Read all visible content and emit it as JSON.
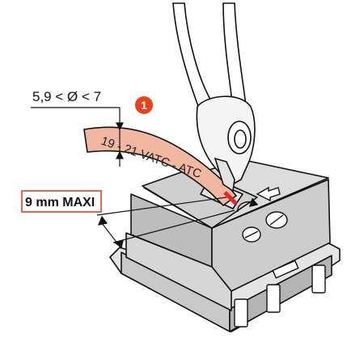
{
  "diagram": {
    "diameter_label": "5,9 < Ø < 7",
    "cable_marking": "19 - 21 VATC - ATC",
    "strip_length_label": "9 mm MAXI",
    "step_number": "1",
    "colors": {
      "cable": "#f2b7a0",
      "step_badge": "#e8411c",
      "label_frame": "#e8411c",
      "cut_line": "#e8232a",
      "housing": "#d8d8d8",
      "housing_dark": "#bdbdbd",
      "outline": "#111111"
    },
    "icons": [
      "cutting-pliers-icon",
      "rotation-arrow-icon",
      "screw-icon",
      "direction-arrow-icon"
    ]
  }
}
